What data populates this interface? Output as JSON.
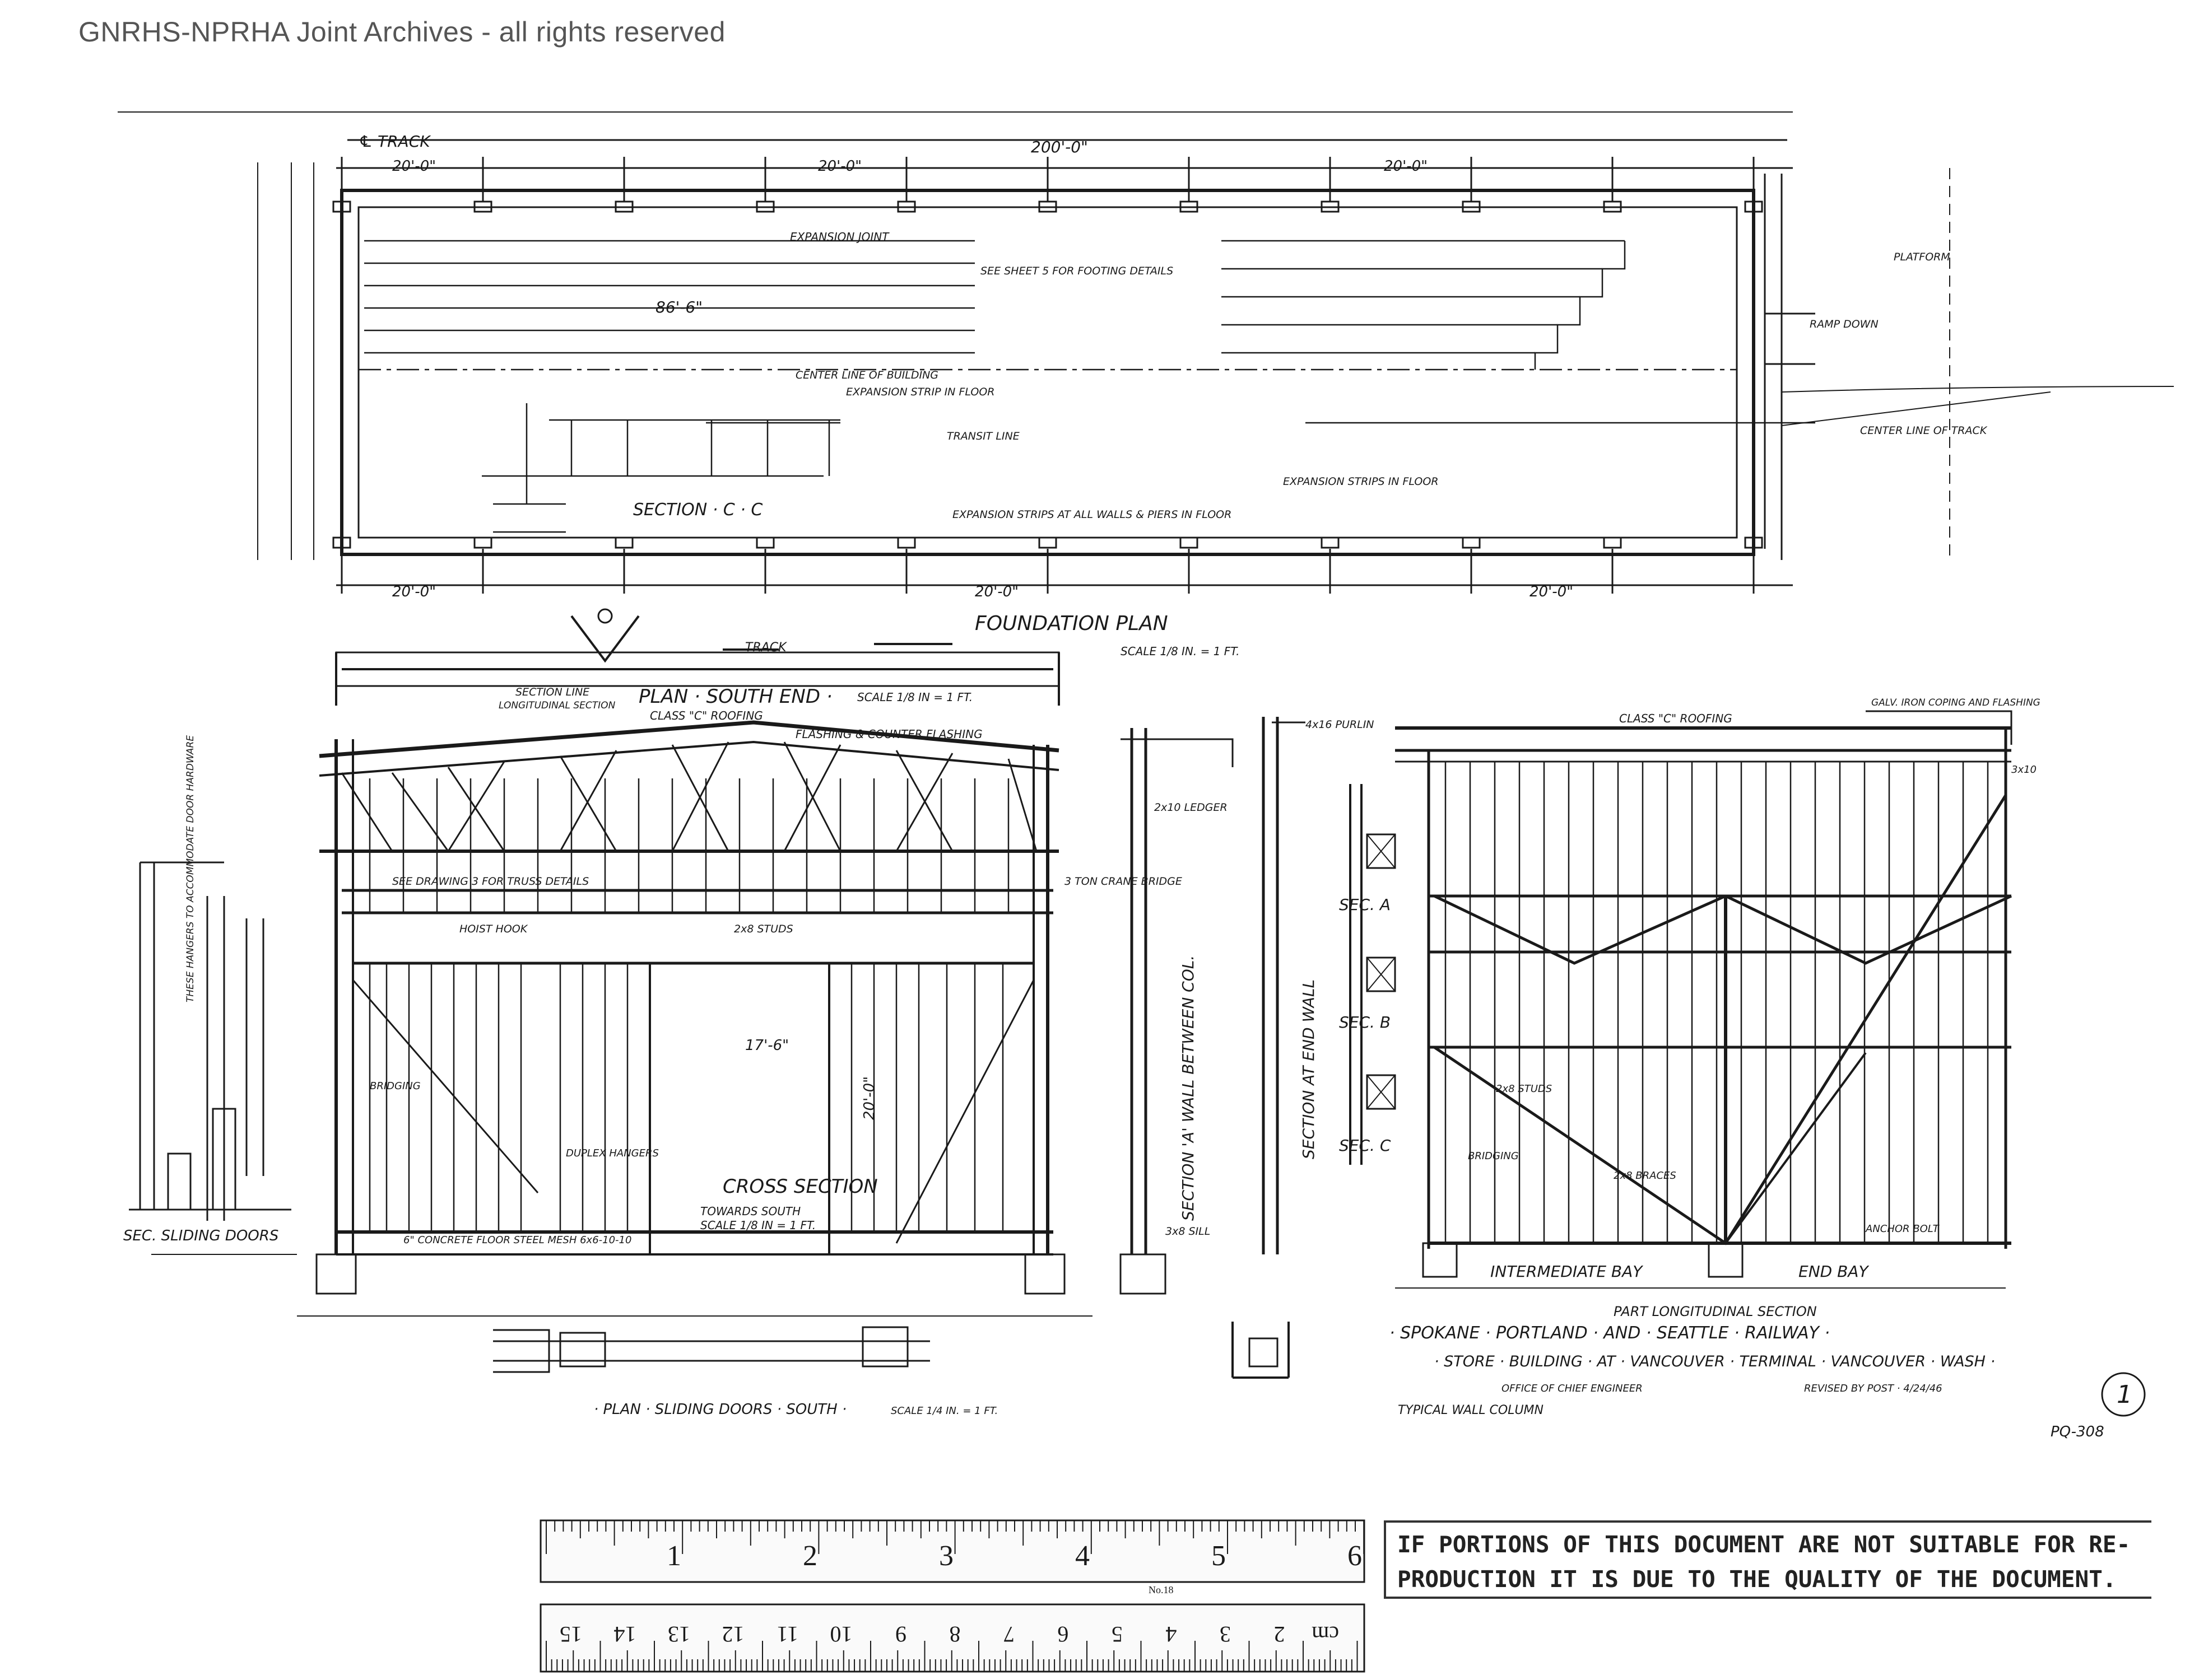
{
  "watermark": "GNRHS-NPRHA Joint Archives - all rights reserved",
  "foundation": {
    "title": "FOUNDATION PLAN",
    "scale": "SCALE 1/8 IN. = 1 FT.",
    "track": "℄ TRACK",
    "overall": "200'-0\"",
    "bay": "20'-0\"",
    "dim_86": "86'-6\"",
    "section": "SECTION · C · C",
    "notes": [
      "EXPANSION JOINT",
      "SEE SHEET 5 FOR FOOTING DETAILS",
      "CENTER LINE OF BUILDING",
      "EXPANSION STRIP IN FLOOR",
      "TRANSIT LINE",
      "EXPANSION STRIPS AT ALL WALLS & PIERS IN FLOOR",
      "EXPANSION STRIPS IN FLOOR",
      "PLATFORM",
      "RAMP DOWN",
      "CENTER LINE OF TRACK"
    ]
  },
  "plan_south": {
    "title": "PLAN · SOUTH END ·",
    "scale": "SCALE 1/8 IN = 1 FT.",
    "track": "TRACK",
    "section_line": "SECTION LINE",
    "longitudinal": "LONGITUDINAL SECTION"
  },
  "cross_section": {
    "title": "CROSS SECTION",
    "sub": "TOWARDS SOUTH",
    "scale": "SCALE 1/8 IN = 1 FT.",
    "notes": [
      "CLASS \"C\" ROOFING",
      "FLASHING & COUNTER FLASHING",
      "SEE DRAWING 3 FOR TRUSS DETAILS",
      "3 TON CRANE BRIDGE",
      "HOIST HOOK",
      "2x8 STUDS",
      "DUPLEX HANGERS",
      "6\" CONCRETE FLOOR STEEL MESH 6x6-10-10",
      "BRIDGING"
    ],
    "dim_17": "17'-6\"",
    "dim_20": "20'-0\""
  },
  "sliding_doors": {
    "section": "SEC. SLIDING DOORS",
    "plan": "· PLAN · SLIDING DOORS · SOUTH ·",
    "scale": "SCALE 1/4 IN. = 1 FT.",
    "note": "THESE HANGERS TO ACCOMMODATE DOOR HARDWARE"
  },
  "wall_sections": {
    "between_col": "SECTION 'A' WALL BETWEEN COL.",
    "end_wall": "SECTION AT END WALL",
    "sec_a": "SEC. A",
    "sec_b": "SEC. B",
    "sec_c": "SEC. C",
    "ledger": "2x10 LEDGER",
    "purlin": "4x16 PURLIN",
    "sill": "3x8 SILL",
    "typical": "TYPICAL WALL COLUMN"
  },
  "longitudinal": {
    "roofing": "CLASS \"C\" ROOFING",
    "coping": "GALV. IRON COPING AND FLASHING",
    "intermediate": "INTERMEDIATE BAY",
    "end": "END BAY",
    "part": "PART LONGITUDINAL SECTION",
    "notes": [
      "2x8 STUDS",
      "2x8 BRACES",
      "BRIDGING",
      "ANCHOR BOLT",
      "3x10"
    ]
  },
  "title_block": {
    "railway": "· SPOKANE · PORTLAND · AND · SEATTLE · RAILWAY ·",
    "building": "· STORE · BUILDING · AT · VANCOUVER · TERMINAL · VANCOUVER · WASH ·",
    "office": "OFFICE OF CHIEF ENGINEER",
    "revised": "REVISED BY POST · 4/24/46",
    "sheet": "1",
    "drawing": "PQ-308"
  },
  "ruler": {
    "inches": [
      "1",
      "2",
      "3",
      "4",
      "5",
      "6"
    ],
    "cm": [
      "cm",
      "2",
      "3",
      "4",
      "5",
      "6",
      "7",
      "8",
      "9",
      "10",
      "11",
      "12",
      "13",
      "14",
      "15"
    ],
    "no": "No.18"
  },
  "notice": {
    "line1": "IF PORTIONS OF THIS DOCUMENT ARE NOT SUITABLE FOR RE-",
    "line2": "PRODUCTION IT IS DUE TO THE QUALITY OF THE DOCUMENT."
  }
}
